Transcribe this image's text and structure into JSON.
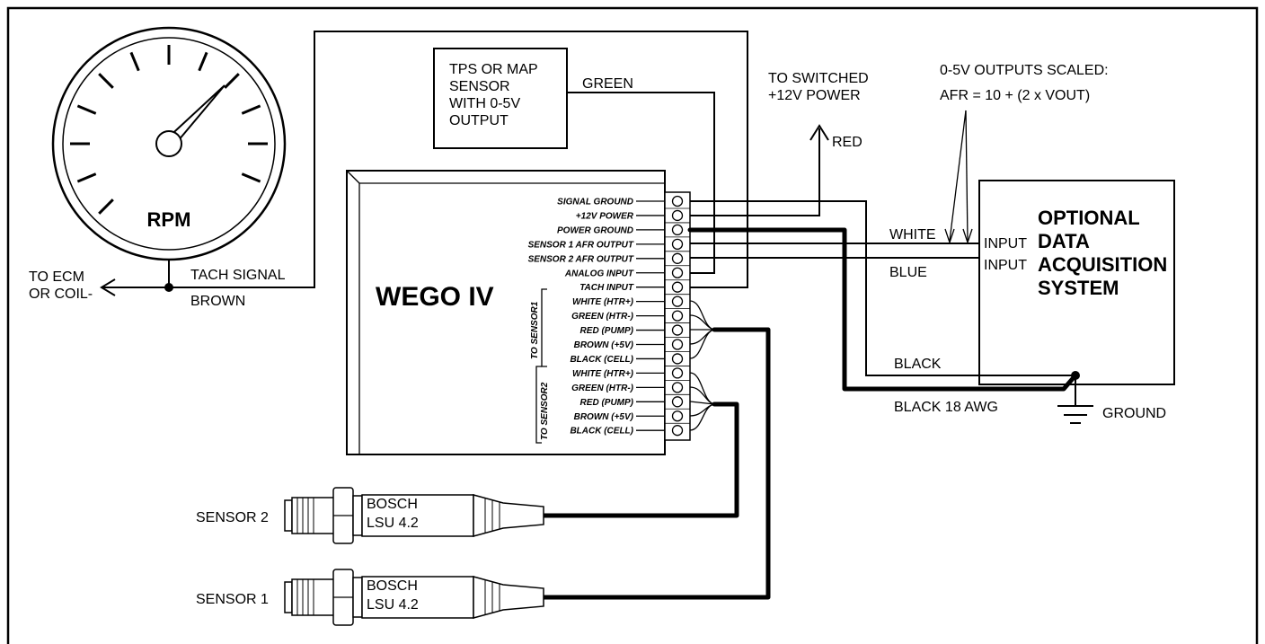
{
  "gauge": {
    "label": "RPM",
    "tach_signal_label": "TACH SIGNAL",
    "wire_color": "BROWN",
    "ecm_line1": "TO ECM",
    "ecm_line2": "OR COIL-"
  },
  "tps": {
    "lines": [
      "TPS OR MAP",
      "SENSOR",
      "WITH 0-5V",
      "OUTPUT"
    ],
    "wire_color": "GREEN"
  },
  "power": {
    "line1": "TO SWITCHED",
    "line2": "+12V POWER",
    "wire_color": "RED"
  },
  "outputs_note": {
    "line1": "0-5V OUTPUTS SCALED:",
    "line2": "AFR = 10 + (2 x VOUT)"
  },
  "controller": {
    "name": "WEGO IV",
    "pins": [
      "SIGNAL GROUND",
      "+12V POWER",
      "POWER GROUND",
      "SENSOR 1 AFR OUTPUT",
      "SENSOR 2 AFR OUTPUT",
      "ANALOG INPUT",
      "TACH INPUT",
      "WHITE (HTR+)",
      "GREEN  (HTR-)",
      "RED (PUMP)",
      "BROWN (+5V)",
      "BLACK (CELL)",
      "WHITE (HTR+)",
      "GREEN  (HTR-)",
      "RED (PUMP)",
      "BROWN (+5V)",
      "BLACK (CELL)"
    ],
    "to_sensor1": "TO SENSOR1",
    "to_sensor2": "TO SENSOR2"
  },
  "daq": {
    "lines": [
      "OPTIONAL",
      "DATA",
      "ACQUISITION",
      "SYSTEM"
    ],
    "input1": "INPUT",
    "input2": "INPUT",
    "wire1": "WHITE",
    "wire2": "BLUE"
  },
  "ground": {
    "wire1": "BLACK",
    "wire2": "BLACK 18 AWG",
    "label": "GROUND"
  },
  "sensors": [
    {
      "label": "SENSOR 2",
      "brand": "BOSCH",
      "model": "LSU 4.2"
    },
    {
      "label": "SENSOR 1",
      "brand": "BOSCH",
      "model": "LSU 4.2"
    }
  ],
  "icons": [
    "rpm-gauge-icon",
    "ground-symbol-icon",
    "oxygen-sensor-icon",
    "arrow-icon",
    "terminal-block-icon"
  ]
}
